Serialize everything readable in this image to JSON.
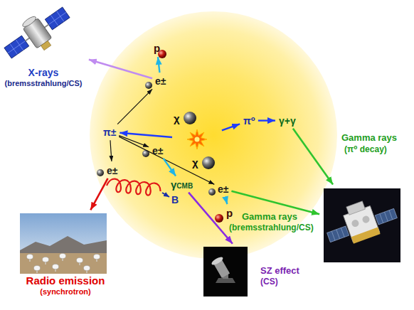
{
  "diagram": {
    "nodes": [
      {
        "text": [
          "X-rays",
          "(bremsstrahlung/CS)"
        ]
      },
      {
        "text": [
          "p"
        ]
      },
      {
        "text": [
          "e±"
        ]
      },
      {
        "text": [
          "π±"
        ]
      },
      {
        "text": [
          "χ",
          "χ"
        ]
      },
      {
        "text": [
          "π⁰"
        ]
      },
      {
        "text": [
          "γ+γ"
        ]
      },
      {
        "text": [
          "e±"
        ]
      },
      {
        "text": [
          "e±"
        ]
      },
      {
        "text": [
          "γCMB"
        ]
      },
      {
        "text": [
          "e±"
        ]
      },
      {
        "text": [
          "p"
        ]
      },
      {
        "text": []
      },
      {
        "text": [
          "Radio emission",
          "(synchrotron)"
        ]
      },
      {
        "text": [
          "SZ effect",
          "(CS)"
        ]
      }
    ],
    "edges": [
      {
        "from": 4,
        "to": 5,
        "arrow": "to"
      },
      {
        "from": 4,
        "to": 3,
        "arrow": "to"
      },
      {
        "from": 5,
        "to": 6,
        "arrow": "to"
      },
      {
        "from": 6,
        "to": 12,
        "arrow": "to"
      },
      {
        "from": 3,
        "to": 2,
        "arrow": "to"
      },
      {
        "from": 2,
        "to": 1,
        "arrow": "to"
      },
      {
        "from": 2,
        "to": 0,
        "arrow": "to"
      },
      {
        "from": 3,
        "to": 7,
        "arrow": "to"
      },
      {
        "from": 3,
        "to": 8,
        "arrow": "to"
      },
      {
        "from": 3,
        "to": 10,
        "arrow": "to"
      },
      {
        "from": 8,
        "to": 9,
        "arrow": "to"
      },
      {
        "from": 9,
        "to": 14,
        "arrow": "to"
      },
      {
        "from": 10,
        "to": 11,
        "arrow": "to"
      },
      {
        "from": 10,
        "to": 12,
        "arrow": "to"
      },
      {
        "from": 7,
        "to": 13,
        "arrow": "to"
      }
    ],
    "labels": [
      "B",
      "Gamma rays",
      "(π⁰ decay)",
      "Gamma rays",
      "(bremsstrahlung/CS)"
    ]
  }
}
